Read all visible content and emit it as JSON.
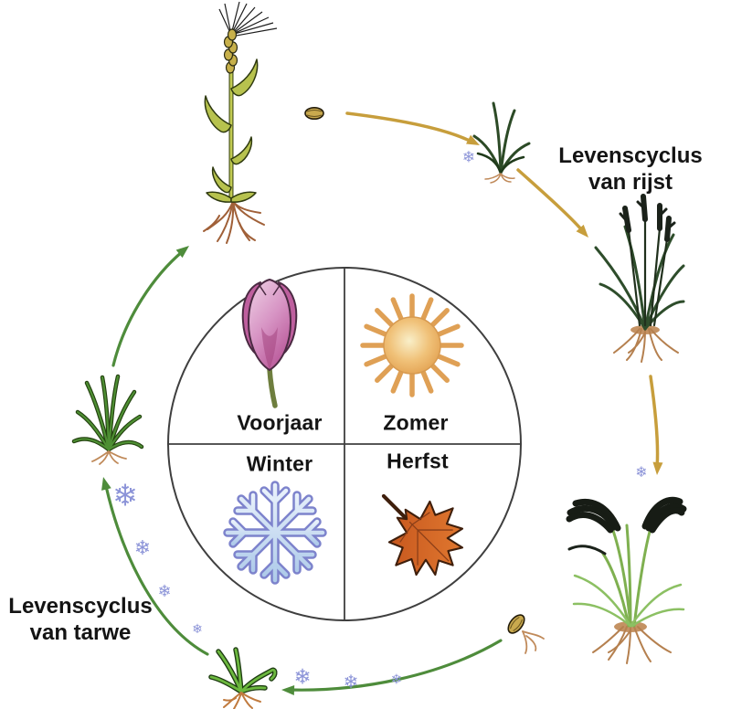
{
  "diagram": {
    "labels": {
      "rice_cycle": {
        "line1": "Levenscyclus",
        "line2": "van rijst"
      },
      "wheat_cycle": {
        "line1": "Levenscyclus",
        "line2": "van tarwe"
      }
    },
    "wheel": {
      "quadrants": [
        {
          "id": "spring",
          "label": "Voorjaar",
          "icon": "tulip-icon"
        },
        {
          "id": "summer",
          "label": "Zomer",
          "icon": "sun-icon"
        },
        {
          "id": "winter",
          "label": "Winter",
          "icon": "snowflake-icon"
        },
        {
          "id": "autumn",
          "label": "Herfst",
          "icon": "maple-leaf-icon"
        }
      ]
    },
    "icons": {
      "snowflake_glyph": "❄"
    },
    "colors": {
      "rice_arrow_gold": "#C79E3C",
      "wheat_arrow_green": "#4E8C3B",
      "snowflake_blue": "#8C94D8",
      "wheel_outline": "#3F3F3F",
      "text": "#141414",
      "autumn_leaf_orange": "#D2611C",
      "tulip_pink": "#C671A8",
      "sun_gold": "#E8AC5E"
    }
  }
}
